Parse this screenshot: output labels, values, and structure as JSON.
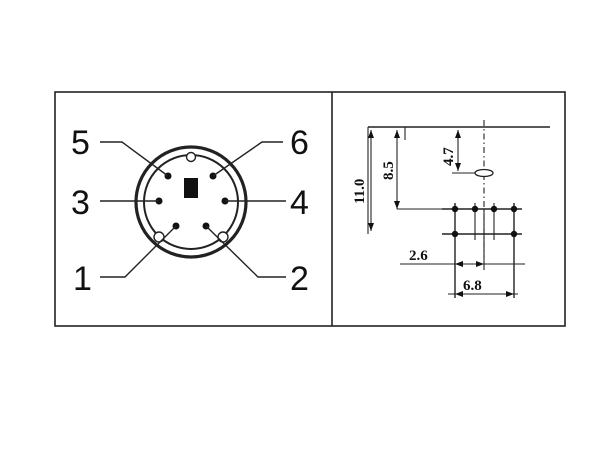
{
  "connector_pins": {
    "pin5": "5",
    "pin6": "6",
    "pin3": "3",
    "pin4": "4",
    "pin1": "1",
    "pin2": "2"
  },
  "dimensions": {
    "d_11_0": "11.0",
    "d_8_5": "8.5",
    "d_4_7": "4.7",
    "d_2_6": "2.6",
    "d_6_8": "6.8"
  }
}
